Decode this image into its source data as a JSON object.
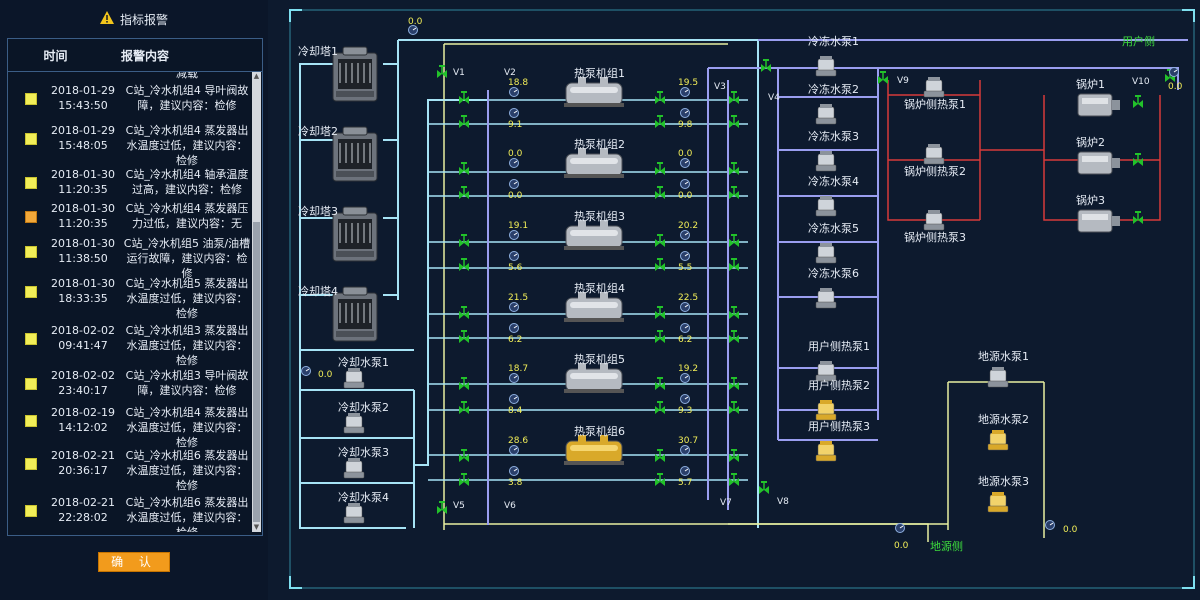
{
  "alarm_panel": {
    "title": "指标报警",
    "col_time": "时间",
    "col_content": "报警内容",
    "partial_top": "减载",
    "rows": [
      {
        "date": "2018-01-29",
        "time": "15:43:50",
        "lines": [
          "C站_冷水机组4 导叶阀故",
          "障，建议内容：检修"
        ],
        "level": "yellow"
      },
      {
        "date": "2018-01-29",
        "time": "15:48:05",
        "lines": [
          "C站_冷水机组4 蒸发器出",
          "水温度过低，建议内容：",
          "检修"
        ],
        "level": "yellow"
      },
      {
        "date": "2018-01-30",
        "time": "11:20:35",
        "lines": [
          "C站_冷水机组4 轴承温度",
          "过高，建议内容：检修"
        ],
        "level": "yellow"
      },
      {
        "date": "2018-01-30",
        "time": "11:20:35",
        "lines": [
          "C站_冷水机组4 蒸发器压",
          "力过低，建议内容：无"
        ],
        "level": "orange"
      },
      {
        "date": "2018-01-30",
        "time": "11:38:50",
        "lines": [
          "C站_冷水机组5 油泵/油槽",
          "运行故障，建议内容：检",
          "修"
        ],
        "level": "yellow"
      },
      {
        "date": "2018-01-30",
        "time": "18:33:35",
        "lines": [
          "C站_冷水机组5 蒸发器出",
          "水温度过低，建议内容：",
          "检修"
        ],
        "level": "yellow"
      },
      {
        "date": "2018-02-02",
        "time": "09:41:47",
        "lines": [
          "C站_冷水机组3 蒸发器出",
          "水温度过低，建议内容：",
          "检修"
        ],
        "level": "yellow"
      },
      {
        "date": "2018-02-02",
        "time": "23:40:17",
        "lines": [
          "C站_冷水机组3 导叶阀故",
          "障，建议内容：检修"
        ],
        "level": "yellow"
      },
      {
        "date": "2018-02-19",
        "time": "14:12:02",
        "lines": [
          "C站_冷水机组4 蒸发器出",
          "水温度过低，建议内容：",
          "检修"
        ],
        "level": "yellow"
      },
      {
        "date": "2018-02-21",
        "time": "20:36:17",
        "lines": [
          "C站_冷水机组6 蒸发器出",
          "水温度过低，建议内容：",
          "检修"
        ],
        "level": "yellow"
      },
      {
        "date": "2018-02-21",
        "time": "22:28:02",
        "lines": [
          "C站_冷水机组6 蒸发器出",
          "水温度过低，建议内容：",
          "检修"
        ],
        "level": "yellow"
      }
    ],
    "confirm_label": "确  认"
  },
  "schematic": {
    "cooling_towers": [
      "冷却塔1",
      "冷却塔2",
      "冷却塔3",
      "冷却塔4"
    ],
    "cooling_pumps": [
      "冷却水泵1",
      "冷却水泵2",
      "冷却水泵3",
      "冷却水泵4"
    ],
    "heat_pumps": [
      {
        "name": "热泵机组1",
        "in_top": "18.8",
        "in_bot": "9.1",
        "out_top": "19.5",
        "out_bot": "9.8",
        "active": false
      },
      {
        "name": "热泵机组2",
        "in_top": "0.0",
        "in_bot": "0.0",
        "out_top": "0.0",
        "out_bot": "0.0",
        "active": false
      },
      {
        "name": "热泵机组3",
        "in_top": "19.1",
        "in_bot": "5.6",
        "out_top": "20.2",
        "out_bot": "5.5",
        "active": false
      },
      {
        "name": "热泵机组4",
        "in_top": "21.5",
        "in_bot": "6.2",
        "out_top": "22.5",
        "out_bot": "6.2",
        "active": false
      },
      {
        "name": "热泵机组5",
        "in_top": "18.7",
        "in_bot": "8.4",
        "out_top": "19.2",
        "out_bot": "9.3",
        "active": false
      },
      {
        "name": "热泵机组6",
        "in_top": "28.6",
        "in_bot": "3.8",
        "out_top": "30.7",
        "out_bot": "5.7",
        "active": true
      }
    ],
    "chilled_pumps": [
      "冷冻水泵1",
      "冷冻水泵2",
      "冷冻水泵3",
      "冷冻水泵4",
      "冷冻水泵5",
      "冷冻水泵6"
    ],
    "user_heat_pumps": [
      "用户侧热泵1",
      "用户侧热泵2",
      "用户侧热泵3"
    ],
    "boiler_pumps": [
      "锅炉侧热泵1",
      "锅炉侧热泵2",
      "锅炉侧热泵3"
    ],
    "boilers": [
      "锅炉1",
      "锅炉2",
      "锅炉3"
    ],
    "ground_pumps": [
      "地源水泵1",
      "地源水泵2",
      "地源水泵3"
    ],
    "valves": [
      "V1",
      "V2",
      "V3",
      "V4",
      "V5",
      "V6",
      "V7",
      "V8",
      "V9",
      "V10"
    ],
    "user_side": "用户侧",
    "ground_side": "地源侧",
    "readings": {
      "top": "0.0",
      "cooling_left": "0.0",
      "right_top": "0.0",
      "ground_bottom": "0.0",
      "ground_right": "0.0"
    }
  },
  "colors": {
    "pipe_cooling": "#a6e3f5",
    "pipe_chilled": "#9a9ef0",
    "pipe_hot": "#d63a3a",
    "pipe_ground": "#e8f0a0",
    "valve_green": "#22c22a",
    "value_yellow": "#f2ee58",
    "accent_green": "#3ddc3d",
    "confirm_orange": "#f29b1c"
  }
}
